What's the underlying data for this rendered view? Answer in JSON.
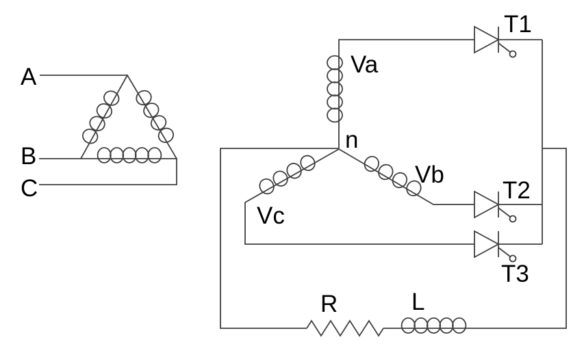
{
  "diagram": {
    "colors": {
      "line": "#3f3f3f",
      "text": "#000000",
      "background": "#ffffff"
    },
    "primary": {
      "phase_a": "A",
      "phase_b": "B",
      "phase_c": "C"
    },
    "secondary": {
      "winding_a": "Va",
      "winding_b": "Vb",
      "winding_c": "Vc",
      "neutral": "n"
    },
    "thyristors": {
      "t1": "T1",
      "t2": "T2",
      "t3": "T3"
    },
    "load": {
      "resistor": "R",
      "inductor": "L"
    }
  }
}
